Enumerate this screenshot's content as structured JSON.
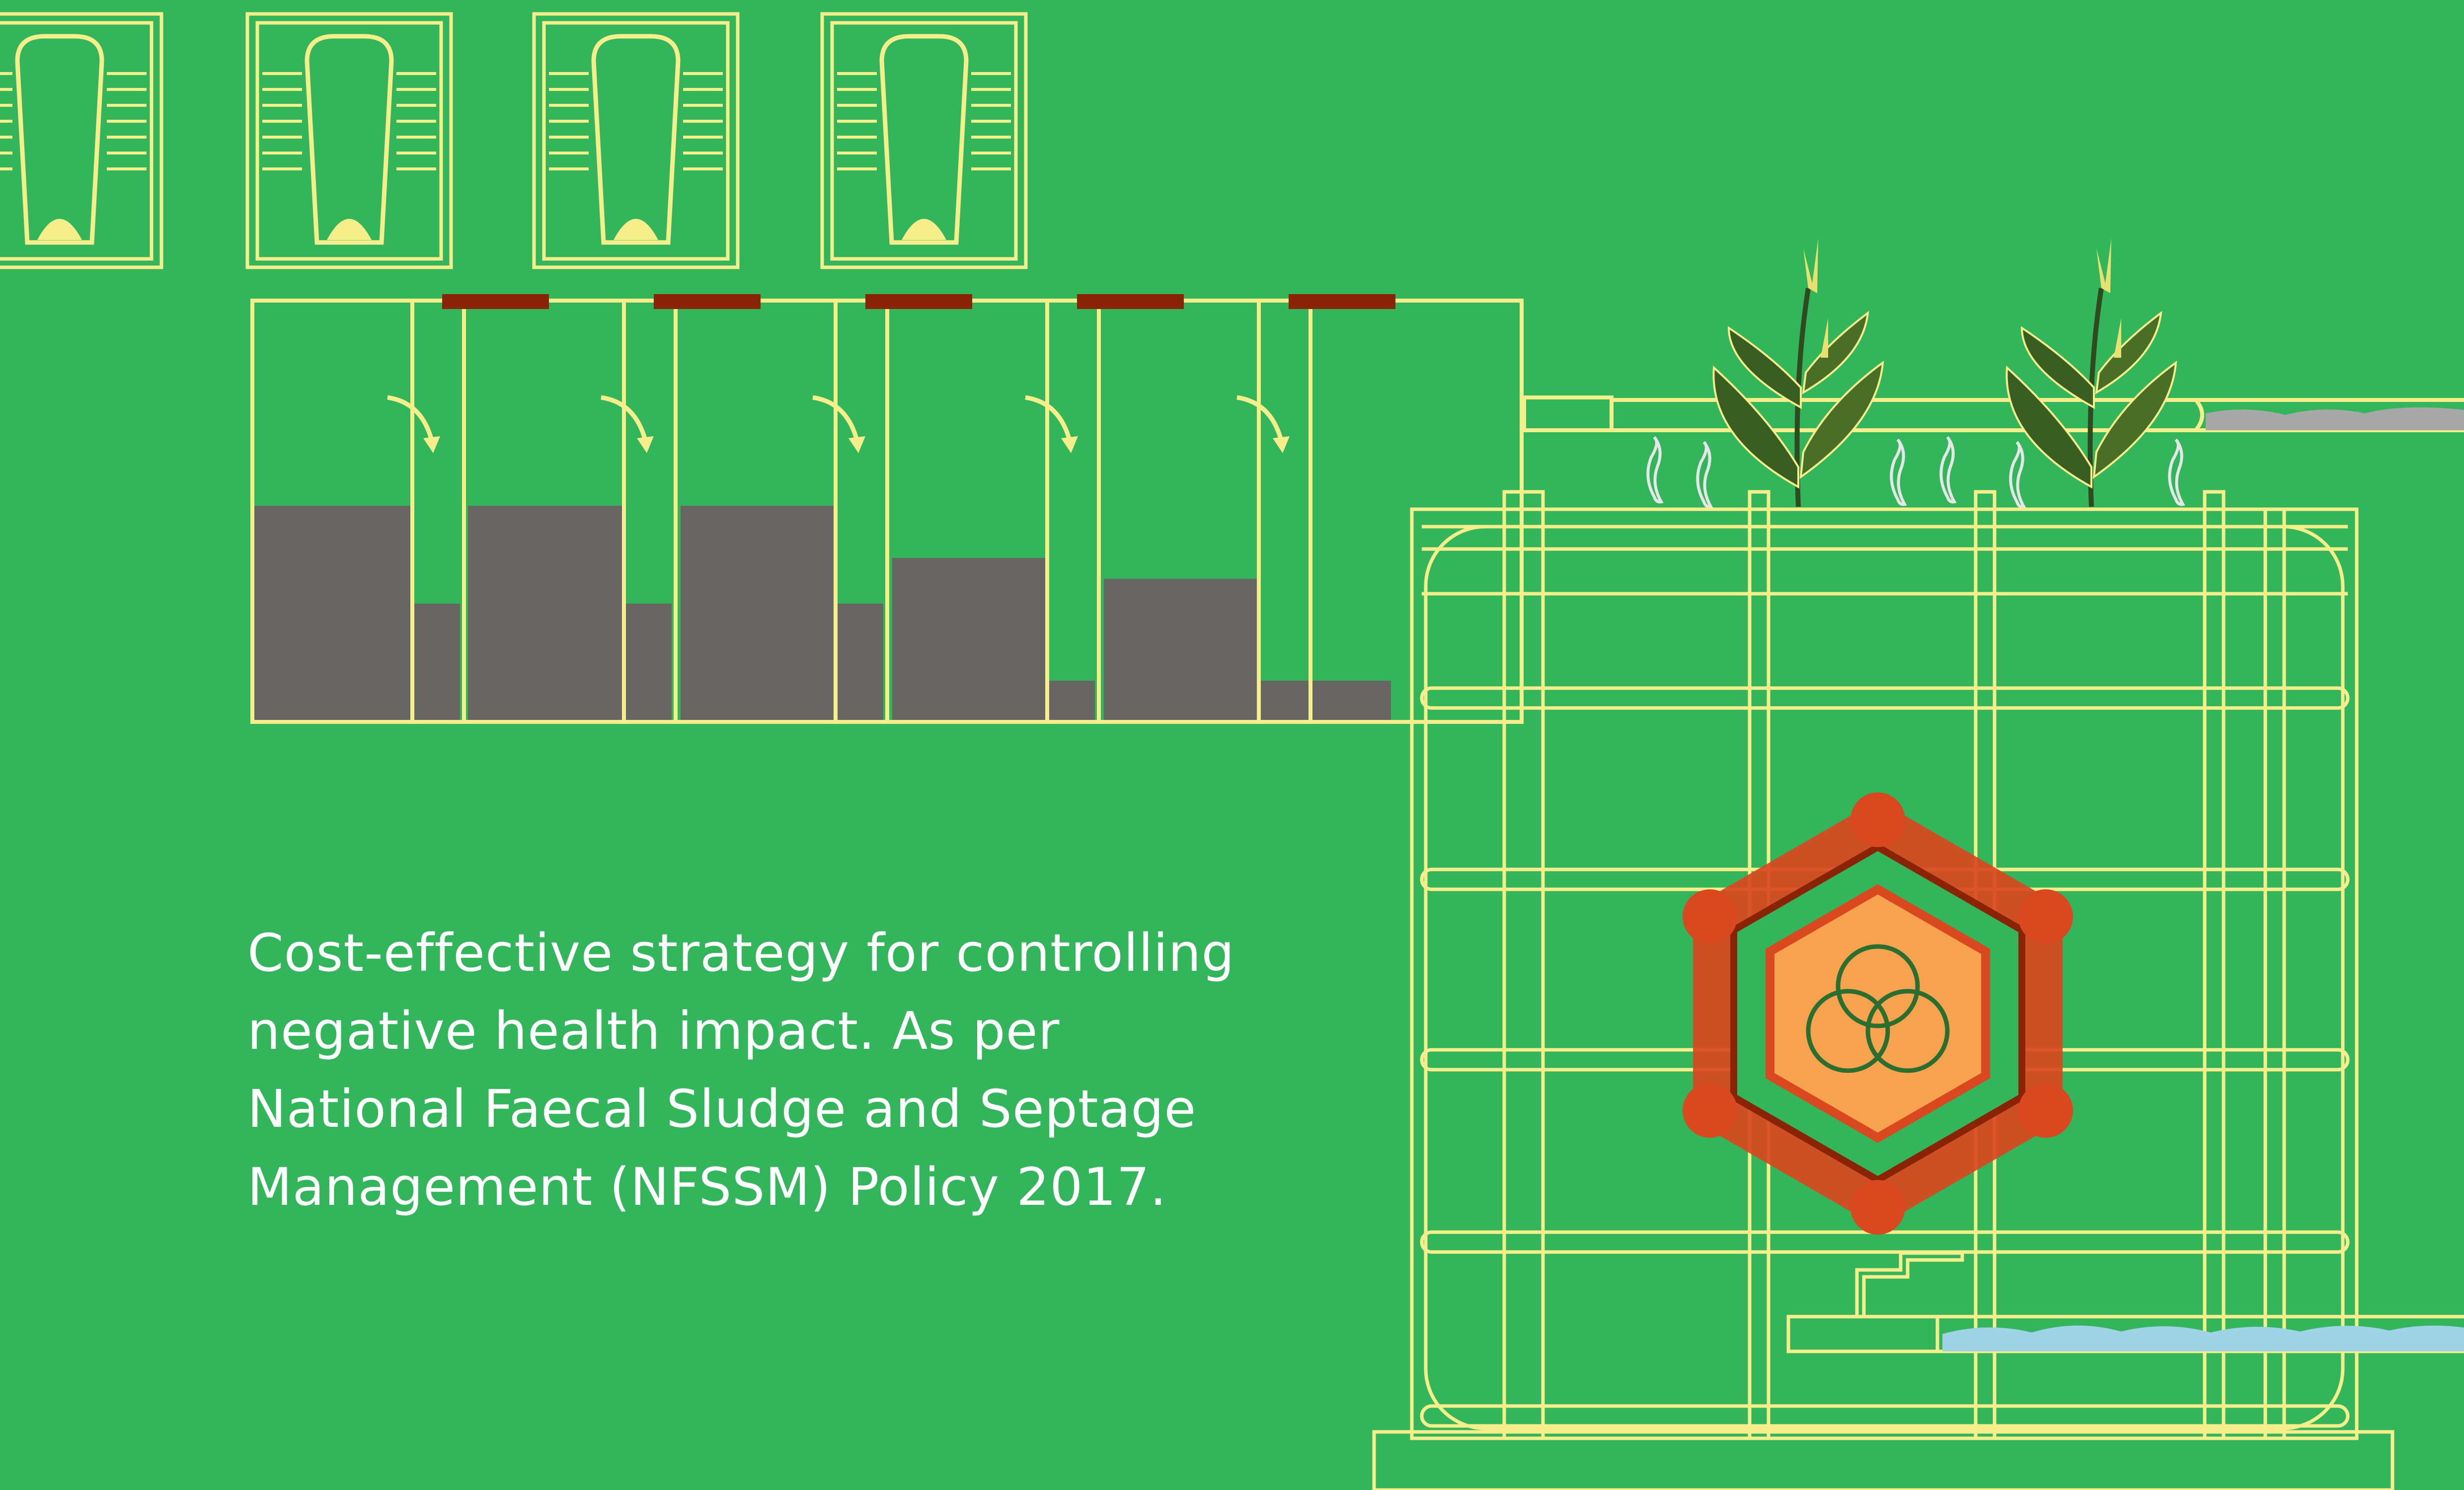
{
  "caption": {
    "lines": [
      "Cost-effective strategy for controlling",
      "negative health impact. As per",
      "National Faecal Sludge and Septage",
      "Management (NFSSM) Policy 2017."
    ]
  },
  "colors": {
    "background": "#33b55c",
    "outline": "#f5ee8a",
    "sludge": "#676464",
    "baffle_cap": "#8b2406",
    "water": "#9fd4e6",
    "sludge_outflow": "#a8a8a8",
    "emblem": "#d9481f",
    "emblem_center": "#f7a24f"
  },
  "icons": {
    "toilets": "squat-toilet-icon",
    "plants": "reed-plant-icon",
    "worms": "earthworm-icon",
    "emblem": "decorative-hexagon-emblem-icon"
  }
}
